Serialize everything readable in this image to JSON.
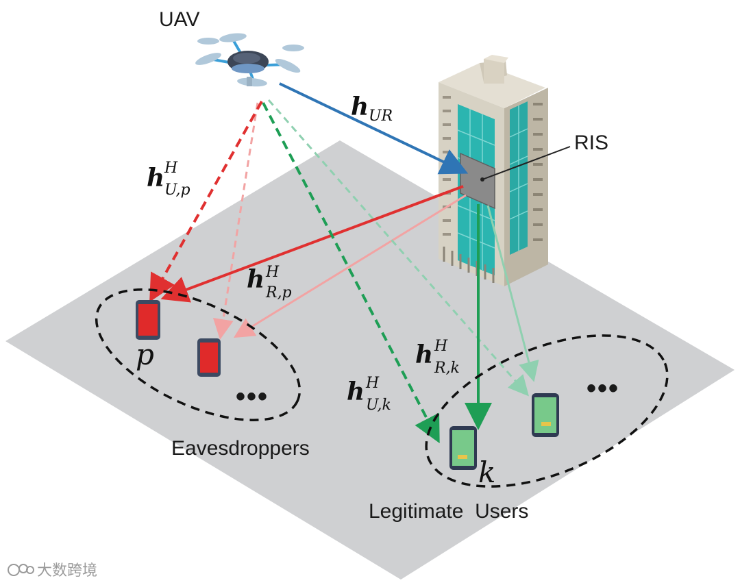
{
  "labels": {
    "uav": "UAV",
    "ris": "RIS",
    "eavesdroppers": "Eavesdroppers",
    "legitimate_users": "Legitimate  Users",
    "eve_index": "p",
    "user_index": "k",
    "ellipsis": "•••"
  },
  "channels": {
    "h_ur": {
      "base": "h",
      "sub": "UR",
      "sup": ""
    },
    "h_up": {
      "base": "h",
      "sub": "U,p",
      "sup": "H"
    },
    "h_rp": {
      "base": "h",
      "sub": "R,p",
      "sup": "H"
    },
    "h_rk": {
      "base": "h",
      "sub": "R,k",
      "sup": "H"
    },
    "h_uk": {
      "base": "h",
      "sub": "U,k",
      "sup": "H"
    }
  },
  "watermark": {
    "text": "大数跨境",
    "icon": "logo-swirl-icon"
  },
  "colors": {
    "ground": "#cfd0d2",
    "uav_ris_link": "#2f75b5",
    "eavesdropper_link": "#e03030",
    "legitimate_link": "#1e9e55",
    "phone_eve": "#e02a2a",
    "phone_user": "#78c98a",
    "building_glass": "#2bb5b0",
    "building_wall": "#d7d2c4",
    "ris_panel": "#8a8a8a"
  }
}
